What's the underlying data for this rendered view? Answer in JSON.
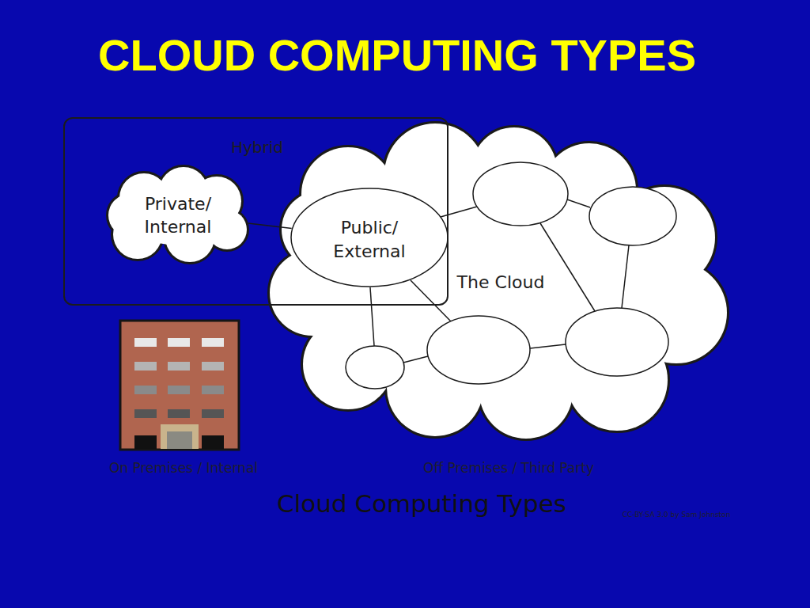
{
  "diagram": {
    "title": "CLOUD COMPUTING TYPES",
    "caption": "Cloud Computing Types",
    "nodes": [
      {
        "text": [
          "Hybrid"
        ]
      },
      {
        "text": [
          "Private/ Internal"
        ],
        "in": 0
      },
      {
        "text": [
          "The Cloud"
        ]
      },
      {
        "text": [
          "Public/ External"
        ],
        "in": 2
      }
    ],
    "edges": [
      {
        "from": 1,
        "to": 3,
        "arrow": "none"
      }
    ],
    "labels": [
      "On Premises / Internal",
      "Off Premises / Third Party",
      "CC-BY-SA 3.0 by Sam Johnston"
    ]
  }
}
